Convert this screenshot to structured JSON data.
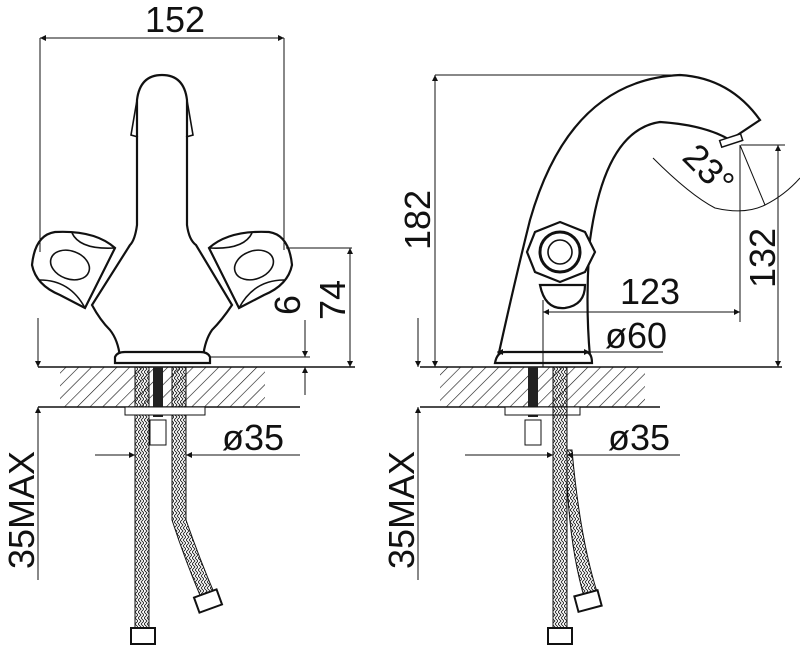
{
  "front_view": {
    "width_label": "152",
    "handle_height_label": "74",
    "base_height_label": "6",
    "hose_diameter_label": "ø35",
    "max_counter_thickness_label": "35MAX"
  },
  "side_view": {
    "total_height_label": "182",
    "spout_height_label": "132",
    "spout_reach_label": "123",
    "base_diameter_label": "ø60",
    "spray_angle_label": "23°",
    "hose_diameter_label": "ø35",
    "max_counter_thickness_label": "35MAX"
  }
}
